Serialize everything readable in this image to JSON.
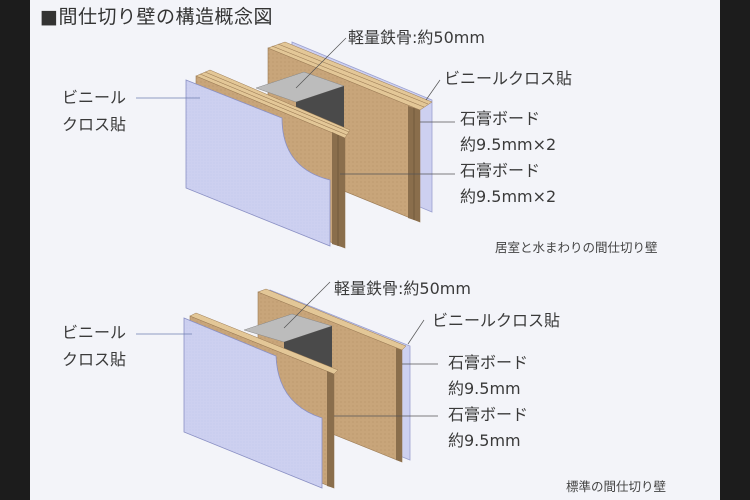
{
  "title": "■間仕切り壁の構造概念図",
  "colors": {
    "background": "#f3f4f9",
    "vinyl_cloth": "#cdd0f0",
    "gypsum_board": "#c8a57a",
    "gypsum_edge": "#8a6e4c",
    "steel_top": "#bcbcbc",
    "steel_side": "#4a4a4a",
    "text": "#3a3a3a"
  },
  "diagrams": [
    {
      "caption": "居室と水まわりの間仕切り壁",
      "labels": {
        "left_vinyl_line1": "ビニール",
        "left_vinyl_line2": "クロス貼",
        "steel": "軽量鉄骨:約50mm",
        "right_vinyl": "ビニールクロス貼",
        "board1_line1": "石膏ボード",
        "board1_line2": "約9.5mm×2",
        "board2_line1": "石膏ボード",
        "board2_line2": "約9.5mm×2"
      }
    },
    {
      "caption": "標準の間仕切り壁",
      "labels": {
        "left_vinyl_line1": "ビニール",
        "left_vinyl_line2": "クロス貼",
        "steel": "軽量鉄骨:約50mm",
        "right_vinyl": "ビニールクロス貼",
        "board1_line1": "石膏ボード",
        "board1_line2": "約9.5mm",
        "board2_line1": "石膏ボード",
        "board2_line2": "約9.5mm"
      }
    }
  ]
}
